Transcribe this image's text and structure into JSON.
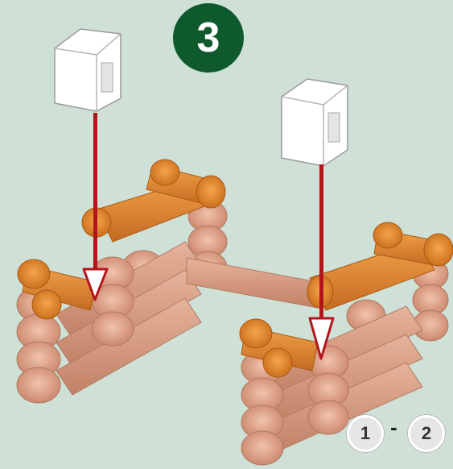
{
  "step": {
    "number": "3"
  },
  "pages": {
    "first": "1",
    "separator": "-",
    "second": "2"
  },
  "colors": {
    "background": "#cfe0d6",
    "step_badge": "#0f5a2c",
    "arrow": "#b3151b",
    "log_light": "#e3ad94",
    "log_mid": "#c8876a",
    "log_orange": "#e8862d",
    "connector": "#ffffff"
  },
  "icons": [
    "down-arrow-icon",
    "connector-block-icon"
  ]
}
